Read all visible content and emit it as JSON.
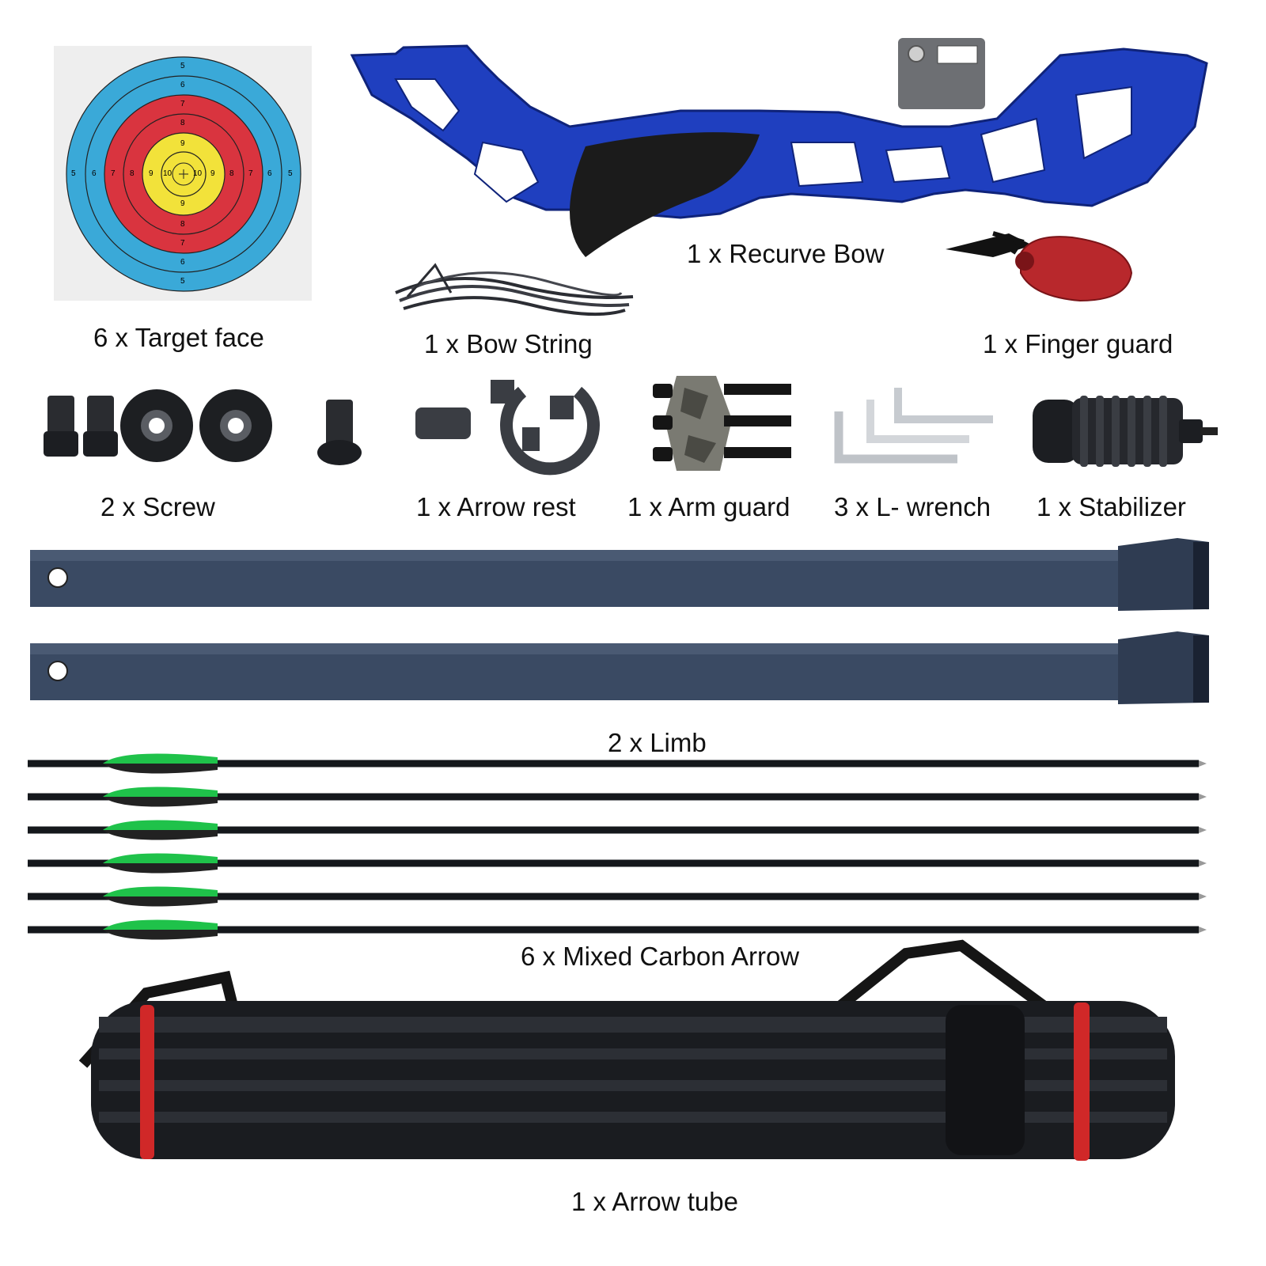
{
  "labels": {
    "target_face": "6 x Target face",
    "recurve_bow": "1 x Recurve Bow",
    "bow_string": "1 x Bow String",
    "finger_guard": "1 x Finger guard",
    "screw": "2 x Screw",
    "arrow_rest": "1 x Arrow rest",
    "arm_guard": "1 x Arm guard",
    "l_wrench": "3 x L- wrench",
    "stabilizer": "1 x Stabilizer",
    "limb": "2 x Limb",
    "arrows": "6 x Mixed Carbon Arrow",
    "arrow_tube": "1 x Arrow tube"
  },
  "target": {
    "ring_scores_top": [
      "5",
      "6",
      "7",
      "8",
      "9"
    ],
    "ring_scores_center": [
      "10",
      "10"
    ],
    "ring_scores_side_left": [
      "5",
      "6",
      "7",
      "8",
      "9"
    ],
    "ring_scores_side_right": [
      "9",
      "8",
      "7",
      "6",
      "5"
    ],
    "ring_scores_bottom": [
      "9",
      "8",
      "7",
      "6",
      "5"
    ]
  },
  "colors": {
    "bow_blue": "#1f3fbf",
    "target_blue": "#3aa9d8",
    "target_red": "#d9343f",
    "target_yellow": "#f2e23a",
    "limb_navy": "#3a4a63",
    "fletch_green": "#1fc24a",
    "tube_black": "#1a1c20",
    "tube_red": "#d02828",
    "finger_guard_red": "#b8282c"
  },
  "icons": {
    "target": "archery-target-icon",
    "bow": "recurve-bow-riser",
    "string": "bow-string-coil",
    "finger_guard": "finger-tab",
    "screw": "hex-screw",
    "washer": "rubber-washer",
    "arrow_rest": "arrow-rest",
    "arm_guard": "arm-guard",
    "wrench": "allen-key",
    "stabilizer": "stabilizer",
    "limb": "bow-limb",
    "arrow": "carbon-arrow",
    "tube": "arrow-tube-quiver"
  }
}
